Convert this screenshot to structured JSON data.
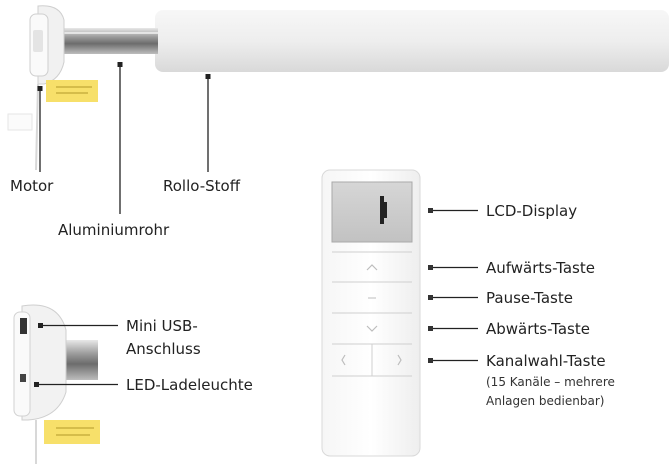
{
  "labels": {
    "motor": "Motor",
    "tube": "Aluminiumrohr",
    "fabric": "Rollo-Stoff",
    "lcd": "LCD-Display",
    "up": "Aufwärts-Taste",
    "pause": "Pause-Taste",
    "down": "Abwärts-Taste",
    "channel": "Kanalwahl-Taste",
    "channel_note_1": "(15 Kanäle – mehrere",
    "channel_note_2": "Anlagen bedienbar)",
    "usb_1": "Mini USB-",
    "usb_2": "Anschluss",
    "led": "LED-Ladeleuchte"
  },
  "remote": {
    "display_digit": "1"
  }
}
